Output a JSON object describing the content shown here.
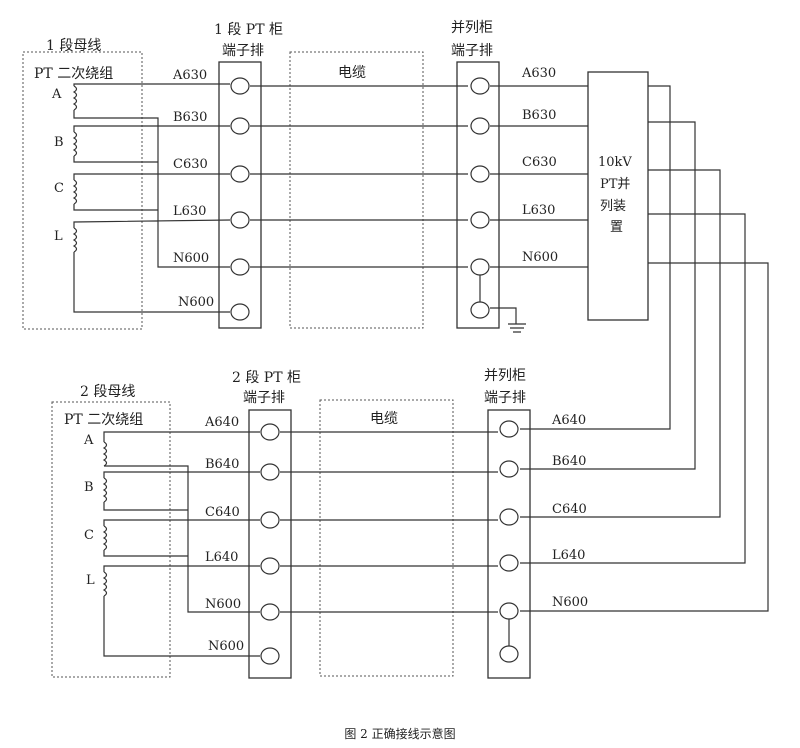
{
  "section1": {
    "bus_label": "1 段母线",
    "pt_label": "PT 二次绕组",
    "coil_labels": [
      "A",
      "B",
      "C",
      "L"
    ],
    "cabinet_title": "1 段 PT 柜",
    "terminal_title": "端子排",
    "cable_label": "电缆",
    "parallel_title": "并列柜",
    "parallel_terminal_title": "端子排",
    "left_labels": [
      "A630",
      "B630",
      "C630",
      "L630",
      "N600",
      "N600"
    ],
    "right_labels": [
      "A630",
      "B630",
      "C630",
      "L630",
      "N600"
    ]
  },
  "section2": {
    "bus_label": "2 段母线",
    "pt_label": "PT 二次绕组",
    "coil_labels": [
      "A",
      "B",
      "C",
      "L"
    ],
    "cabinet_title": "2 段 PT 柜",
    "terminal_title": "端子排",
    "cable_label": "电缆",
    "parallel_title": "并列柜",
    "parallel_terminal_title": "端子排",
    "left_labels": [
      "A640",
      "B640",
      "C640",
      "L640",
      "N600",
      "N600"
    ],
    "right_labels": [
      "A640",
      "B640",
      "C640",
      "L640",
      "N600"
    ]
  },
  "device": {
    "lines": [
      "10kV",
      "PT并",
      "列装",
      "置"
    ]
  },
  "caption": "图 2 正确接线示意图",
  "colors": {
    "line": "#333333",
    "background": "#ffffff"
  }
}
